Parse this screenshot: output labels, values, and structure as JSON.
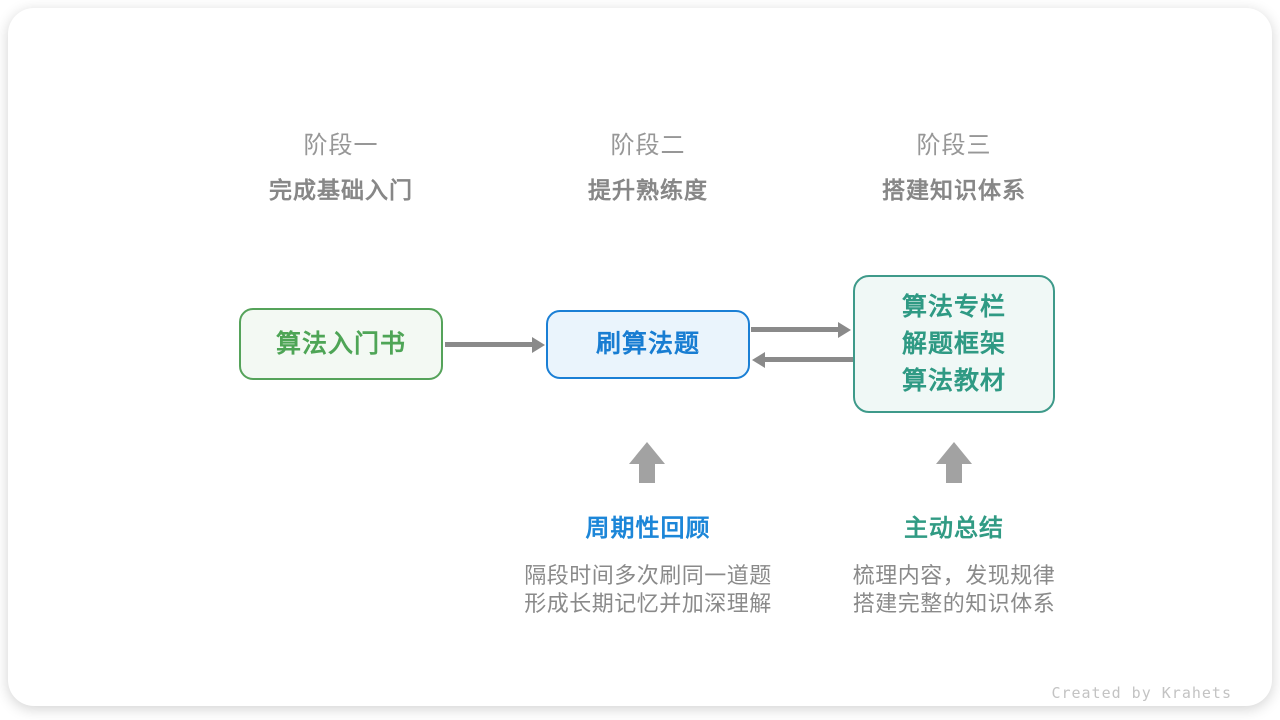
{
  "stages": [
    {
      "label": "阶段一",
      "subtitle": "完成基础入门"
    },
    {
      "label": "阶段二",
      "subtitle": "提升熟练度"
    },
    {
      "label": "阶段三",
      "subtitle": "搭建知识体系"
    }
  ],
  "nodes": [
    {
      "label": "算法入门书",
      "accent": "#55A35A"
    },
    {
      "label": "刷算法题",
      "accent": "#1A7FD5"
    },
    {
      "lines": [
        "算法专栏",
        "解题框架",
        "算法教材"
      ],
      "accent": "#3E9A8A"
    }
  ],
  "annotations": [
    {
      "title": "周期性回顾",
      "accent": "#1C86D8",
      "desc_lines": [
        "隔段时间多次刷同一道题",
        "形成长期记忆并加深理解"
      ]
    },
    {
      "title": "主动总结",
      "accent": "#319B84",
      "desc_lines": [
        "梳理内容，发现规律",
        "搭建完整的知识体系"
      ]
    }
  ],
  "connector_color": "#8A8A8A",
  "footer": {
    "credit": "Created by Krahets"
  }
}
